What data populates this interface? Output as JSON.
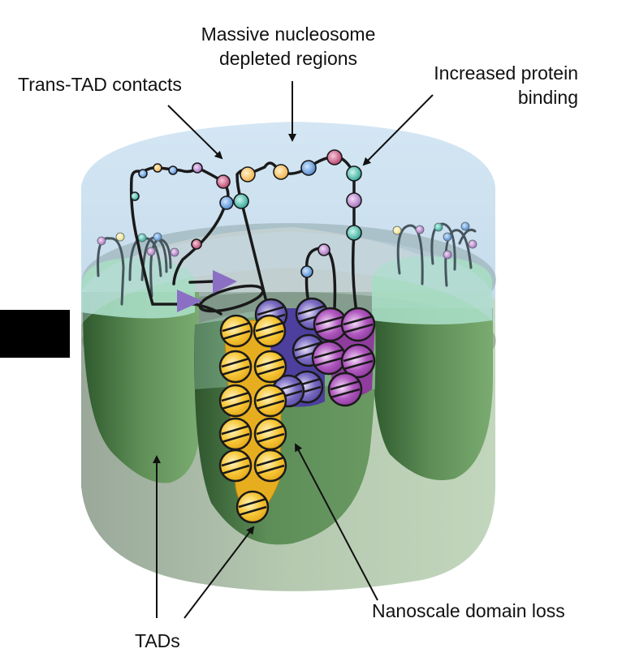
{
  "figure": {
    "type": "schematic",
    "subject": "Chromatin organization within a nucleus compartment showing TADs and nucleosome clusters"
  },
  "labels": {
    "nucleosome_depleted_line1": "Massive nucleosome",
    "nucleosome_depleted_line2": "depleted regions",
    "trans_tad": "Trans-TAD contacts",
    "protein_binding_line1": "Increased protein",
    "protein_binding_line2": "binding",
    "tads": "TADs",
    "nanoscale": "Nanoscale domain loss"
  },
  "colors": {
    "outer_shell_top": "#cfe3f2",
    "outer_shell_bottom": "#bcd2b8",
    "inner_band": "#8fa7a8",
    "tad_green_dark": "#3f6b3c",
    "tad_green_mid": "#6e9e64",
    "tad_cap": "#a6dcc0",
    "nucleosome_yellow": "#f5c030",
    "nucleosome_violet": "#6a5bb0",
    "nucleosome_magenta": "#a34fb0",
    "bead_blue": "#4b8fd1",
    "bead_teal": "#2bb3a0",
    "bead_pink": "#c0456f",
    "bead_orange": "#f5b84a",
    "bead_lilac": "#b07bc4",
    "arrowhead_purple": "#8a6fc4"
  },
  "nucleosome_clusters": [
    {
      "name": "yellow-cluster",
      "count": 11
    },
    {
      "name": "violet-cluster",
      "count": 5
    },
    {
      "name": "magenta-cluster",
      "count": 5
    }
  ],
  "redaction_box": true
}
